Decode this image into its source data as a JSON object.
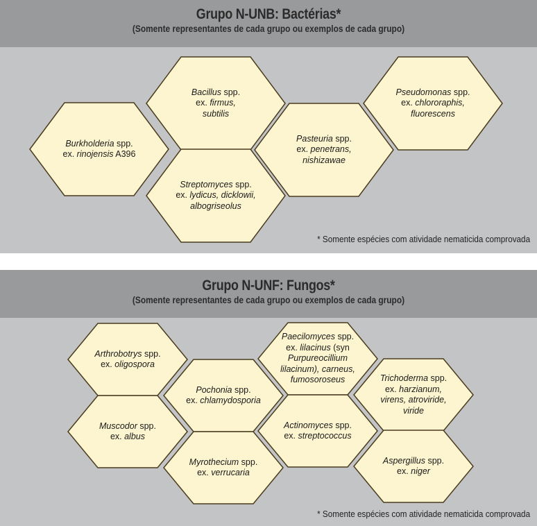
{
  "sections": [
    {
      "title": "Grupo N-UNB: Bactérias*",
      "subtitle": "(Somente representantes de cada grupo ou exemplos de cada grupo)",
      "note": "* Somente espécies com atividade nematicida comprovada",
      "cells": [
        {
          "id": "burkholderia",
          "lines": [
            [
              {
                "t": "Burkholderia",
                "i": true
              },
              {
                "t": " spp.",
                "i": false
              }
            ],
            [
              {
                "t": "ex. ",
                "i": false
              },
              {
                "t": "rinojensis",
                "i": true
              },
              {
                "t": " A396",
                "i": false
              }
            ]
          ]
        },
        {
          "id": "bacillus",
          "lines": [
            [
              {
                "t": "Bacillus",
                "i": true
              },
              {
                "t": " spp.",
                "i": false
              }
            ],
            [
              {
                "t": "ex. ",
                "i": false
              },
              {
                "t": "firmus,",
                "i": true
              }
            ],
            [
              {
                "t": "subtilis",
                "i": true
              }
            ]
          ]
        },
        {
          "id": "streptomyces",
          "lines": [
            [
              {
                "t": "Streptomyces",
                "i": true
              },
              {
                "t": " spp.",
                "i": false
              }
            ],
            [
              {
                "t": "ex. ",
                "i": false
              },
              {
                "t": "lydicus, dicklowii,",
                "i": true
              }
            ],
            [
              {
                "t": "albogriseolus",
                "i": true
              }
            ]
          ]
        },
        {
          "id": "pasteuria",
          "lines": [
            [
              {
                "t": "Pasteuria",
                "i": true
              },
              {
                "t": " spp.",
                "i": false
              }
            ],
            [
              {
                "t": "ex. ",
                "i": false
              },
              {
                "t": "penetrans,",
                "i": true
              }
            ],
            [
              {
                "t": "nishizawae",
                "i": true
              }
            ]
          ]
        },
        {
          "id": "pseudomonas",
          "lines": [
            [
              {
                "t": "Pseudomonas",
                "i": true
              },
              {
                "t": " spp.",
                "i": false
              }
            ],
            [
              {
                "t": "ex. ",
                "i": false
              },
              {
                "t": "chlororaphis,",
                "i": true
              }
            ],
            [
              {
                "t": "fluorescens",
                "i": true
              }
            ]
          ]
        }
      ]
    },
    {
      "title": "Grupo N-UNF: Fungos*",
      "subtitle": "(Somente representantes de cada grupo ou exemplos de cada grupo)",
      "note": "* Somente espécies com atividade nematicida comprovada",
      "cells": [
        {
          "id": "arthrobotrys",
          "lines": [
            [
              {
                "t": "Arthrobotrys",
                "i": true
              },
              {
                "t": " spp.",
                "i": false
              }
            ],
            [
              {
                "t": "ex. ",
                "i": false
              },
              {
                "t": "oligospora",
                "i": true
              }
            ]
          ]
        },
        {
          "id": "muscodor",
          "lines": [
            [
              {
                "t": "Muscodor",
                "i": true
              },
              {
                "t": " spp.",
                "i": false
              }
            ],
            [
              {
                "t": "ex. ",
                "i": false
              },
              {
                "t": "albus",
                "i": true
              }
            ]
          ]
        },
        {
          "id": "pochonia",
          "lines": [
            [
              {
                "t": "Pochonia",
                "i": true
              },
              {
                "t": " spp.",
                "i": false
              }
            ],
            [
              {
                "t": "ex. ",
                "i": false
              },
              {
                "t": "chlamydosporia",
                "i": true
              }
            ]
          ]
        },
        {
          "id": "myrothecium",
          "lines": [
            [
              {
                "t": "Myrothecium",
                "i": true
              },
              {
                "t": " spp.",
                "i": false
              }
            ],
            [
              {
                "t": "ex. ",
                "i": false
              },
              {
                "t": "verrucaria",
                "i": true
              }
            ]
          ]
        },
        {
          "id": "paecilomyces",
          "lines": [
            [
              {
                "t": "Paecilomyces",
                "i": true
              },
              {
                "t": " spp.",
                "i": false
              }
            ],
            [
              {
                "t": "ex. ",
                "i": false
              },
              {
                "t": "lilacinus",
                "i": true
              },
              {
                "t": " (syn",
                "i": false
              }
            ],
            [
              {
                "t": "Purpureocillium",
                "i": true
              }
            ],
            [
              {
                "t": "lilacinum), carneus,",
                "i": true
              }
            ],
            [
              {
                "t": "fumosoroseus",
                "i": true
              }
            ]
          ]
        },
        {
          "id": "actinomyces",
          "lines": [
            [
              {
                "t": "Actinomyces",
                "i": true
              },
              {
                "t": " spp.",
                "i": false
              }
            ],
            [
              {
                "t": "ex. ",
                "i": false
              },
              {
                "t": "streptococcus",
                "i": true
              }
            ]
          ]
        },
        {
          "id": "trichoderma",
          "lines": [
            [
              {
                "t": "Trichoderma",
                "i": true
              },
              {
                "t": " spp.",
                "i": false
              }
            ],
            [
              {
                "t": "ex. ",
                "i": false
              },
              {
                "t": "harzianum,",
                "i": true
              }
            ],
            [
              {
                "t": "virens, atroviride,",
                "i": true
              }
            ],
            [
              {
                "t": "viride",
                "i": true
              }
            ]
          ]
        },
        {
          "id": "aspergillus",
          "lines": [
            [
              {
                "t": "Aspergillus",
                "i": true
              },
              {
                "t": " spp.",
                "i": false
              }
            ],
            [
              {
                "t": "ex. ",
                "i": false
              },
              {
                "t": "niger",
                "i": true
              }
            ]
          ]
        }
      ]
    }
  ],
  "colors": {
    "header_bg": "#999a9c",
    "section_bg": "#c3c4c6",
    "hex_fill": "#fdf5cf",
    "hex_stroke": "#4a3b1e"
  }
}
